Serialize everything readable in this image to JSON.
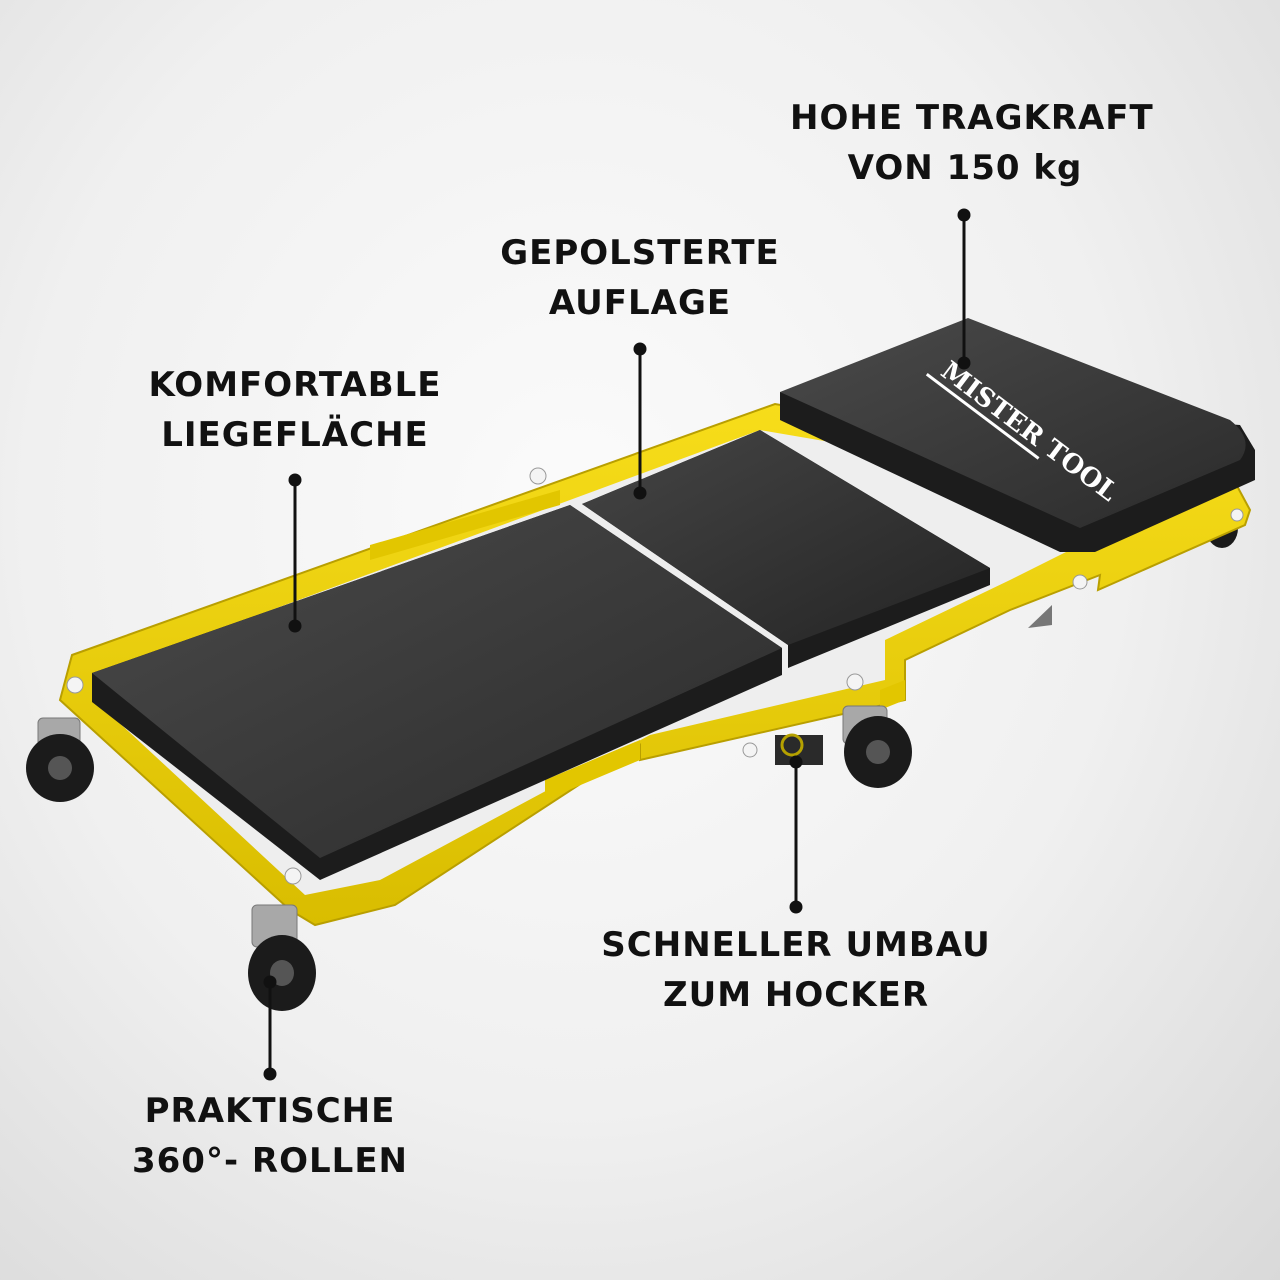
{
  "callouts": {
    "tragkraft": {
      "line1": "HOHE TRAGKRAFT",
      "line2": "VON 150 kg"
    },
    "auflage": {
      "line1": "GEPOLSTERTE",
      "line2": "AUFLAGE"
    },
    "liegeflaeche": {
      "line1": "KOMFORTABLE",
      "line2": "LIEGEFLÄCHE"
    },
    "umbau": {
      "line1": "SCHNELLER UMBAU",
      "line2": "ZUM HOCKER"
    },
    "rollen": {
      "line1": "PRAKTISCHE",
      "line2": "360°- ROLLEN"
    }
  },
  "brand": {
    "logo_text": "MISTER TOOL"
  },
  "colors": {
    "frame": "#f2d400",
    "pad": "#2a2a2a",
    "callout": "#111111"
  }
}
